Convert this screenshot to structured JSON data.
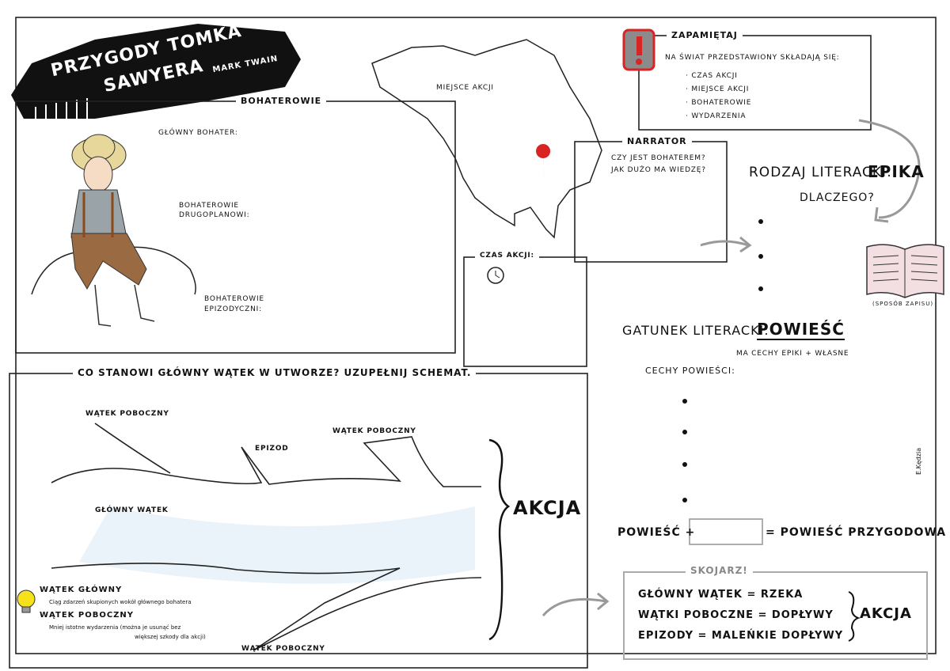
{
  "header": {
    "title_line1": "Przygody Tomka",
    "title_line2": "Sawyera",
    "author": "Mark Twain"
  },
  "heroes": {
    "section_label": "Bohaterowie",
    "main": "Główny bohater:",
    "secondary_line1": "Bohaterowie",
    "secondary_line2": "drugoplanowi:",
    "episodic_line1": "Bohaterowie",
    "episodic_line2": "epizodyczni:"
  },
  "map": {
    "label": "Miejsce akcji"
  },
  "time": {
    "label": "Czas akcji:"
  },
  "narrator": {
    "label": "Narrator",
    "q1": "Czy jest bohaterem?",
    "q2": "Jak dużo ma wiedzę?"
  },
  "remember": {
    "label": "Zapamiętaj",
    "intro": "Na świat przedstawiony składają się:",
    "items": [
      "· czas akcji",
      "· miejsce akcji",
      "· bohaterowie",
      "· wydarzenia"
    ]
  },
  "genre": {
    "kind_label": "Rodzaj literacki:",
    "kind_value": "Epika",
    "why": "Dlaczego?",
    "book_caption": "(sposób zapisu)",
    "genre_label": "Gatunek literacki:",
    "genre_value": "Powieść",
    "genre_note": "ma cechy epiki + własne",
    "features_label": "Cechy powieści:",
    "equation_left": "Powieść +",
    "equation_right": "= powieść przygodowa"
  },
  "plot": {
    "heading": "Co stanowi główny wątek w utworze? Uzupełnij schemat.",
    "side_top": "Wątek poboczny",
    "side_top_right": "Wątek poboczny",
    "episode": "Epizod",
    "main_thread": "Główny wątek",
    "side_bottom": "Wątek poboczny",
    "action": "Akcja"
  },
  "legend": {
    "main_title": "Wątek główny",
    "main_desc": "Ciąg zdarzeń skupionych wokół głównego bohatera",
    "side_title": "Wątek poboczny",
    "side_desc_1": "Mniej istotne wydarzenia (można je usunąć bez",
    "side_desc_2": "większej szkody dla akcji)"
  },
  "associate": {
    "label": "Skojarz!",
    "line1": "Główny wątek = rzeka",
    "line2": "Wątki poboczne = dopływy",
    "line3": "Epizody = maleńkie dopływy",
    "action": "Akcja"
  },
  "signature": "E.Kędzia"
}
